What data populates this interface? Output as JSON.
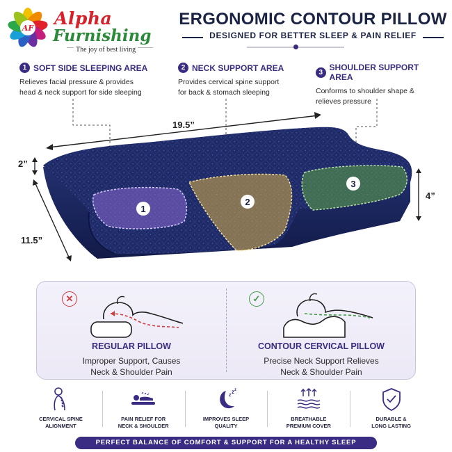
{
  "brand": {
    "monogram": "AF",
    "name_line1": "Alpha",
    "name_line2": "Furnishing",
    "tagline": "The joy of best living"
  },
  "header": {
    "title": "ERGONOMIC CONTOUR PILLOW",
    "subtitle": "DESIGNED FOR BETTER SLEEP & PAIN RELIEF"
  },
  "areas": [
    {
      "number": "1",
      "title": "SOFT SIDE SLEEPING AREA",
      "desc_line1": "Relieves facial pressure & provides",
      "desc_line2": "head & neck support for side sleeping"
    },
    {
      "number": "2",
      "title": "NECK SUPPORT AREA",
      "desc_line1": "Provides cervical spine support",
      "desc_line2": "for back & stomach sleeping"
    },
    {
      "number": "3",
      "title": "SHOULDER SUPPORT AREA",
      "desc_line1": "Conforms to shoulder shape &",
      "desc_line2": "relieves pressure"
    }
  ],
  "dimensions": {
    "length": "19.5”",
    "low_height": "2”",
    "high_height": "4”",
    "width": "11.5”"
  },
  "zones": [
    "1",
    "2",
    "3"
  ],
  "comparison": {
    "regular": {
      "status_icon": "x-circle-icon",
      "title": "REGULAR PILLOW",
      "desc_line1": "Improper Support, Causes",
      "desc_line2": "Neck & Shoulder Pain"
    },
    "contour": {
      "status_icon": "check-circle-icon",
      "title": "CONTOUR CERVICAL PILLOW",
      "desc_line1": "Precise Neck Support Relieves",
      "desc_line2": "Neck & Shoulder Pain"
    }
  },
  "features": [
    {
      "icon": "spine-icon",
      "line1": "CERVICAL SPINE",
      "line2": "ALIGNMENT"
    },
    {
      "icon": "person-lying-icon",
      "line1": "PAIN RELIEF FOR",
      "line2": "NECK & SHOULDER"
    },
    {
      "icon": "moon-sleep-icon",
      "line1": "IMPROVES SLEEP",
      "line2": "QUALITY"
    },
    {
      "icon": "breathable-fabric-icon",
      "line1": "BREATHABLE",
      "line2": "PREMIUM COVER"
    },
    {
      "icon": "shield-check-icon",
      "line1": "DURABLE &",
      "line2": "LONG LASTING"
    }
  ],
  "footer": {
    "text": "PERFECT BALANCE OF COMFORT & SUPPORT FOR A HEALTHY SLEEP"
  },
  "colors": {
    "brand_red": "#d8202a",
    "brand_green": "#2a8a3a",
    "accent_purple": "#3a2c82",
    "pillow_navy": "#1e2a66",
    "zone1": "#8a6ad0",
    "zone2": "#c9a34a",
    "zone3": "#5a9a4a"
  }
}
